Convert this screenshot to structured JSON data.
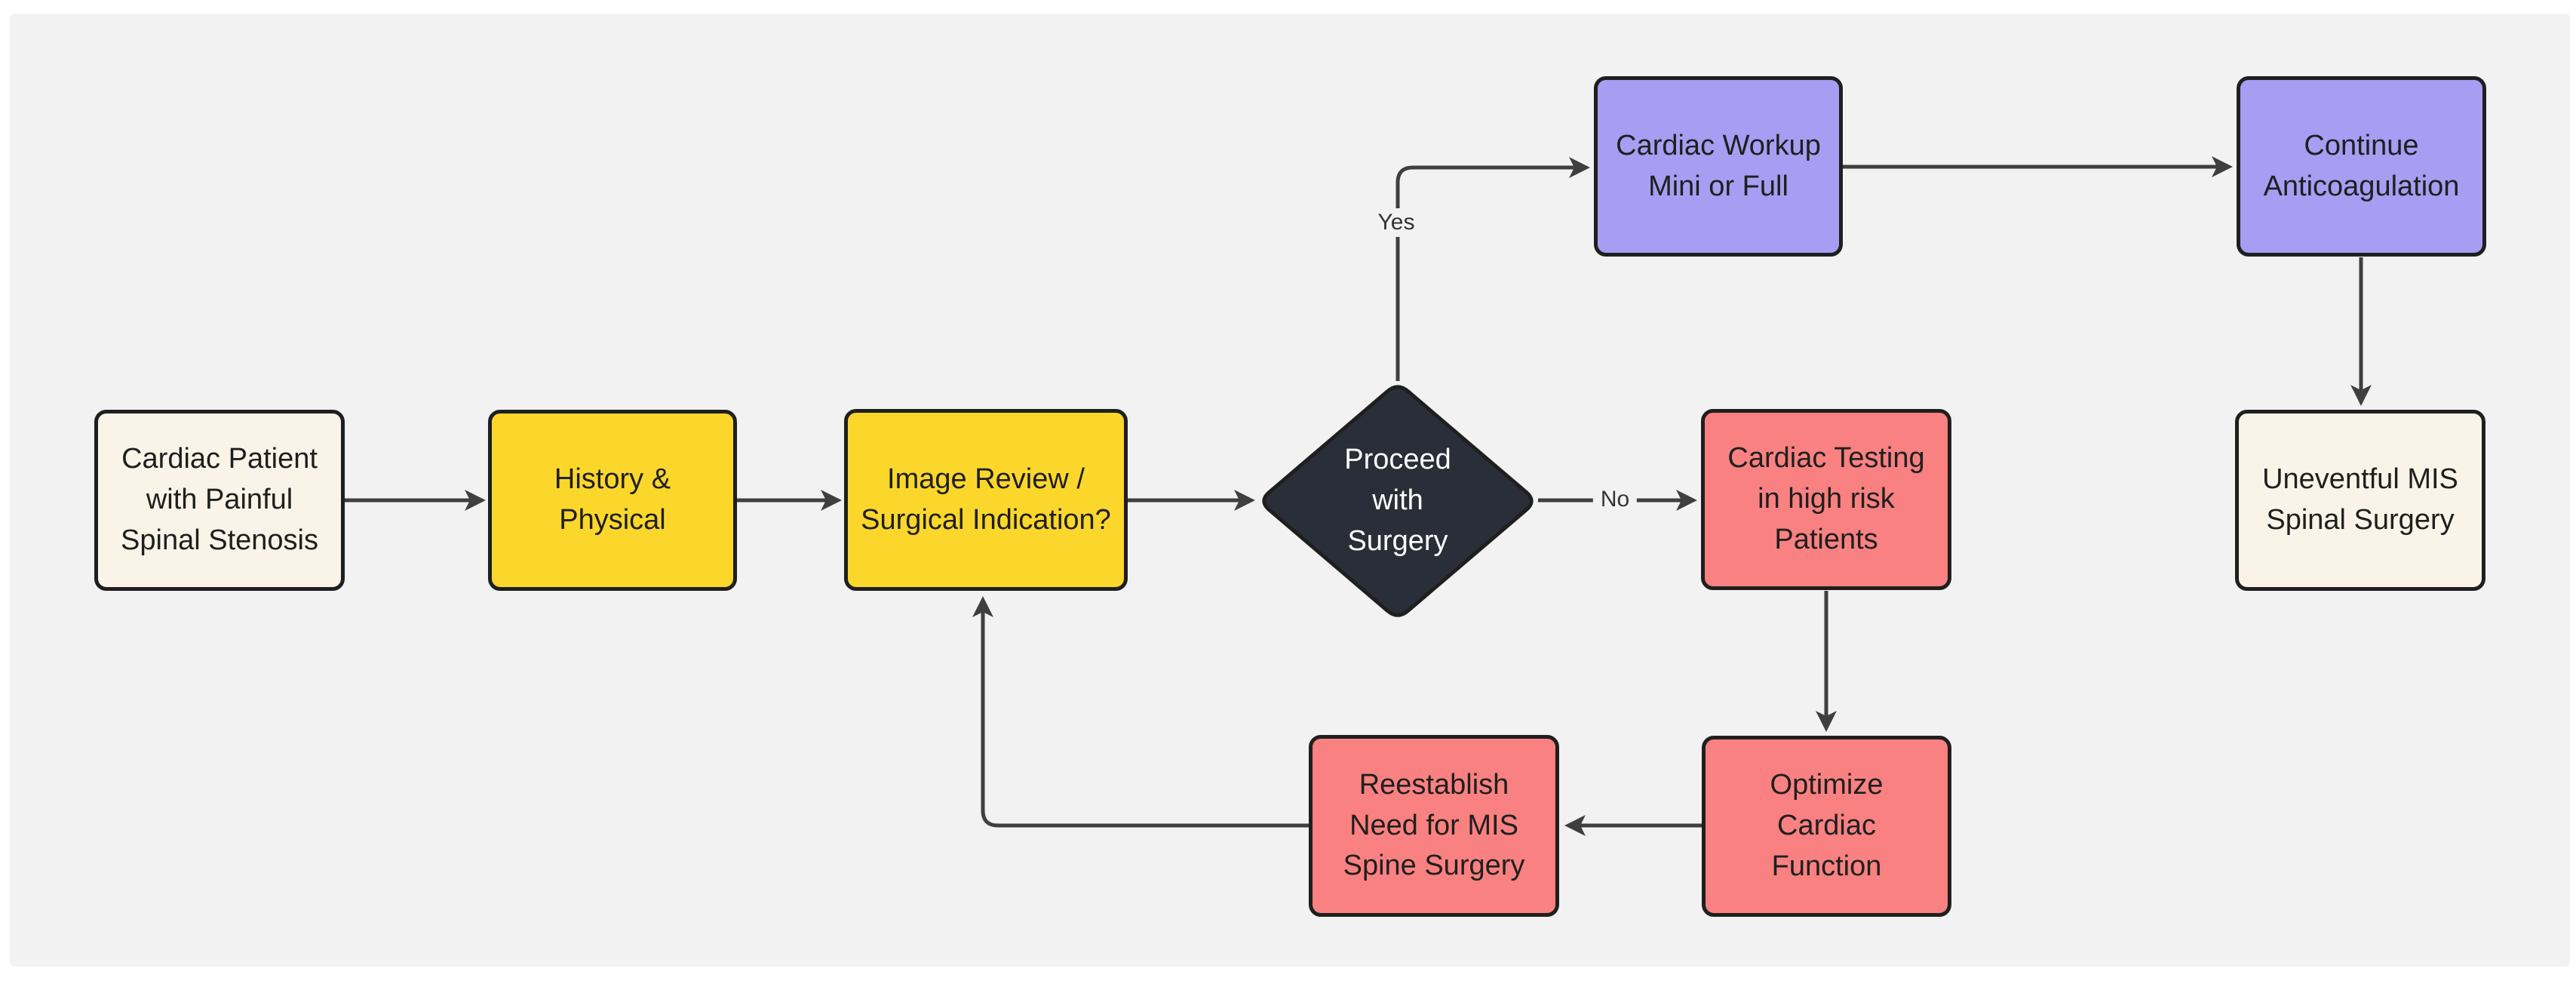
{
  "diagram": {
    "type": "flowchart",
    "page_background": "#ffffff",
    "canvas_background": "#f2f2f2",
    "line_color": "#3f3f3f",
    "border_color": "#1f1f1f",
    "nodes": [
      {
        "id": "cardiac-patient",
        "label": "Cardiac Patient\nwith Painful\nSpinal Stenosis",
        "shape": "rounded-rect",
        "fill": "#faf4e8",
        "text_color": "#1f1f1f"
      },
      {
        "id": "history-physical",
        "label": "History &\nPhysical",
        "shape": "rounded-rect",
        "fill": "#fbd72c",
        "text_color": "#1f1f1f"
      },
      {
        "id": "image-review",
        "label": "Image Review /\nSurgical Indication?",
        "shape": "rounded-rect",
        "fill": "#fbd72c",
        "text_color": "#1f1f1f"
      },
      {
        "id": "proceed-with-surgery",
        "label": "Proceed\nwith\nSurgery",
        "shape": "diamond",
        "fill": "#2a2e39",
        "text_color": "#ffffff"
      },
      {
        "id": "cardiac-workup",
        "label": "Cardiac Workup\nMini or Full",
        "shape": "rounded-rect",
        "fill": "#a89df2",
        "text_color": "#1f1f1f"
      },
      {
        "id": "continue-anticoagulation",
        "label": "Continue\nAnticoagulation",
        "shape": "rounded-rect",
        "fill": "#a89df2",
        "text_color": "#1f1f1f"
      },
      {
        "id": "uneventful-mis-spinal-surgery",
        "label": "Uneventful MIS\nSpinal Surgery",
        "shape": "rounded-rect",
        "fill": "#faf4e8",
        "text_color": "#1f1f1f"
      },
      {
        "id": "cardiac-testing-high-risk",
        "label": "Cardiac Testing\nin high risk\nPatients",
        "shape": "rounded-rect",
        "fill": "#f98181",
        "text_color": "#1f1f1f"
      },
      {
        "id": "optimize-cardiac-function",
        "label": "Optimize\nCardiac\nFunction",
        "shape": "rounded-rect",
        "fill": "#f98181",
        "text_color": "#1f1f1f"
      },
      {
        "id": "reestablish-need-mis",
        "label": "Reestablish\nNeed for MIS\nSpine Surgery",
        "shape": "rounded-rect",
        "fill": "#f98181",
        "text_color": "#1f1f1f"
      }
    ],
    "edges": [
      {
        "from": "cardiac-patient",
        "to": "history-physical",
        "label": ""
      },
      {
        "from": "history-physical",
        "to": "image-review",
        "label": ""
      },
      {
        "from": "image-review",
        "to": "proceed-with-surgery",
        "label": ""
      },
      {
        "from": "proceed-with-surgery",
        "to": "cardiac-workup",
        "label": "Yes"
      },
      {
        "from": "cardiac-workup",
        "to": "continue-anticoagulation",
        "label": ""
      },
      {
        "from": "continue-anticoagulation",
        "to": "uneventful-mis-spinal-surgery",
        "label": ""
      },
      {
        "from": "proceed-with-surgery",
        "to": "cardiac-testing-high-risk",
        "label": "No"
      },
      {
        "from": "cardiac-testing-high-risk",
        "to": "optimize-cardiac-function",
        "label": ""
      },
      {
        "from": "optimize-cardiac-function",
        "to": "reestablish-need-mis",
        "label": ""
      },
      {
        "from": "reestablish-need-mis",
        "to": "image-review",
        "label": ""
      }
    ]
  }
}
